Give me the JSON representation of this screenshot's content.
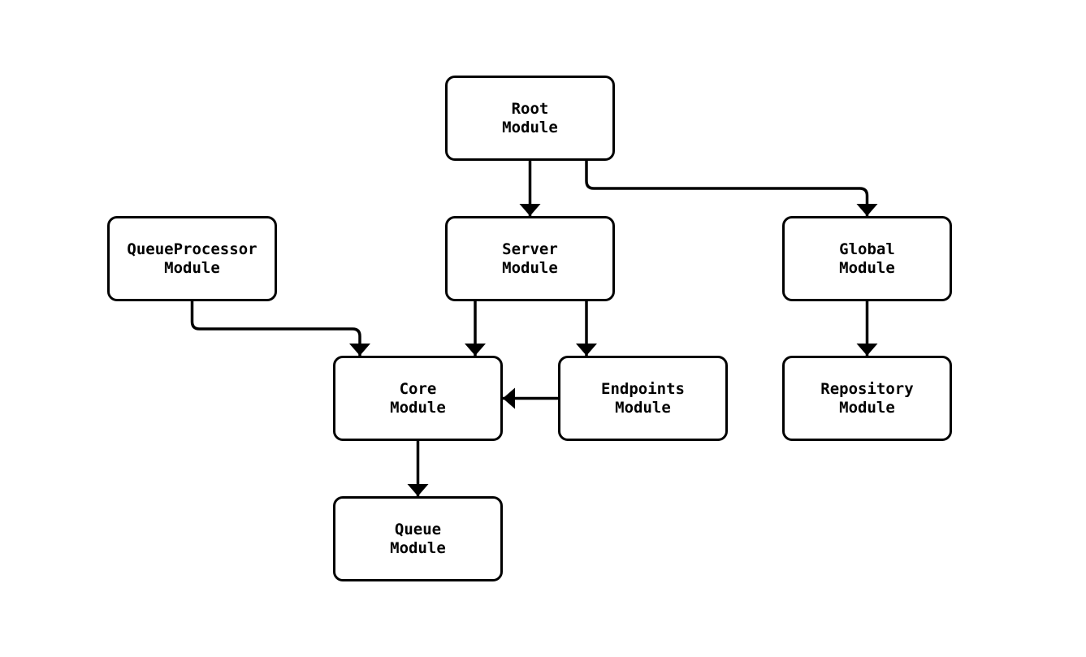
{
  "diagram": {
    "type": "module-dependency-graph",
    "background_color": "#ffffff",
    "stroke_color": "#000000",
    "node_fill_color": "#ffffff",
    "nodes": {
      "root": {
        "label": "Root\nModule"
      },
      "queueprocessor": {
        "label": "QueueProcessor\nModule"
      },
      "server": {
        "label": "Server\nModule"
      },
      "global": {
        "label": "Global\nModule"
      },
      "core": {
        "label": "Core\nModule"
      },
      "endpoints": {
        "label": "Endpoints\nModule"
      },
      "repository": {
        "label": "Repository\nModule"
      },
      "queue": {
        "label": "Queue\nModule"
      }
    },
    "edges": [
      {
        "from": "Root Module",
        "to": "Server Module"
      },
      {
        "from": "Root Module",
        "to": "Global Module"
      },
      {
        "from": "QueueProcessor Module",
        "to": "Core Module"
      },
      {
        "from": "Server Module",
        "to": "Core Module"
      },
      {
        "from": "Server Module",
        "to": "Endpoints Module"
      },
      {
        "from": "Endpoints Module",
        "to": "Core Module"
      },
      {
        "from": "Global Module",
        "to": "Repository Module"
      },
      {
        "from": "Core Module",
        "to": "Queue Module"
      }
    ]
  }
}
